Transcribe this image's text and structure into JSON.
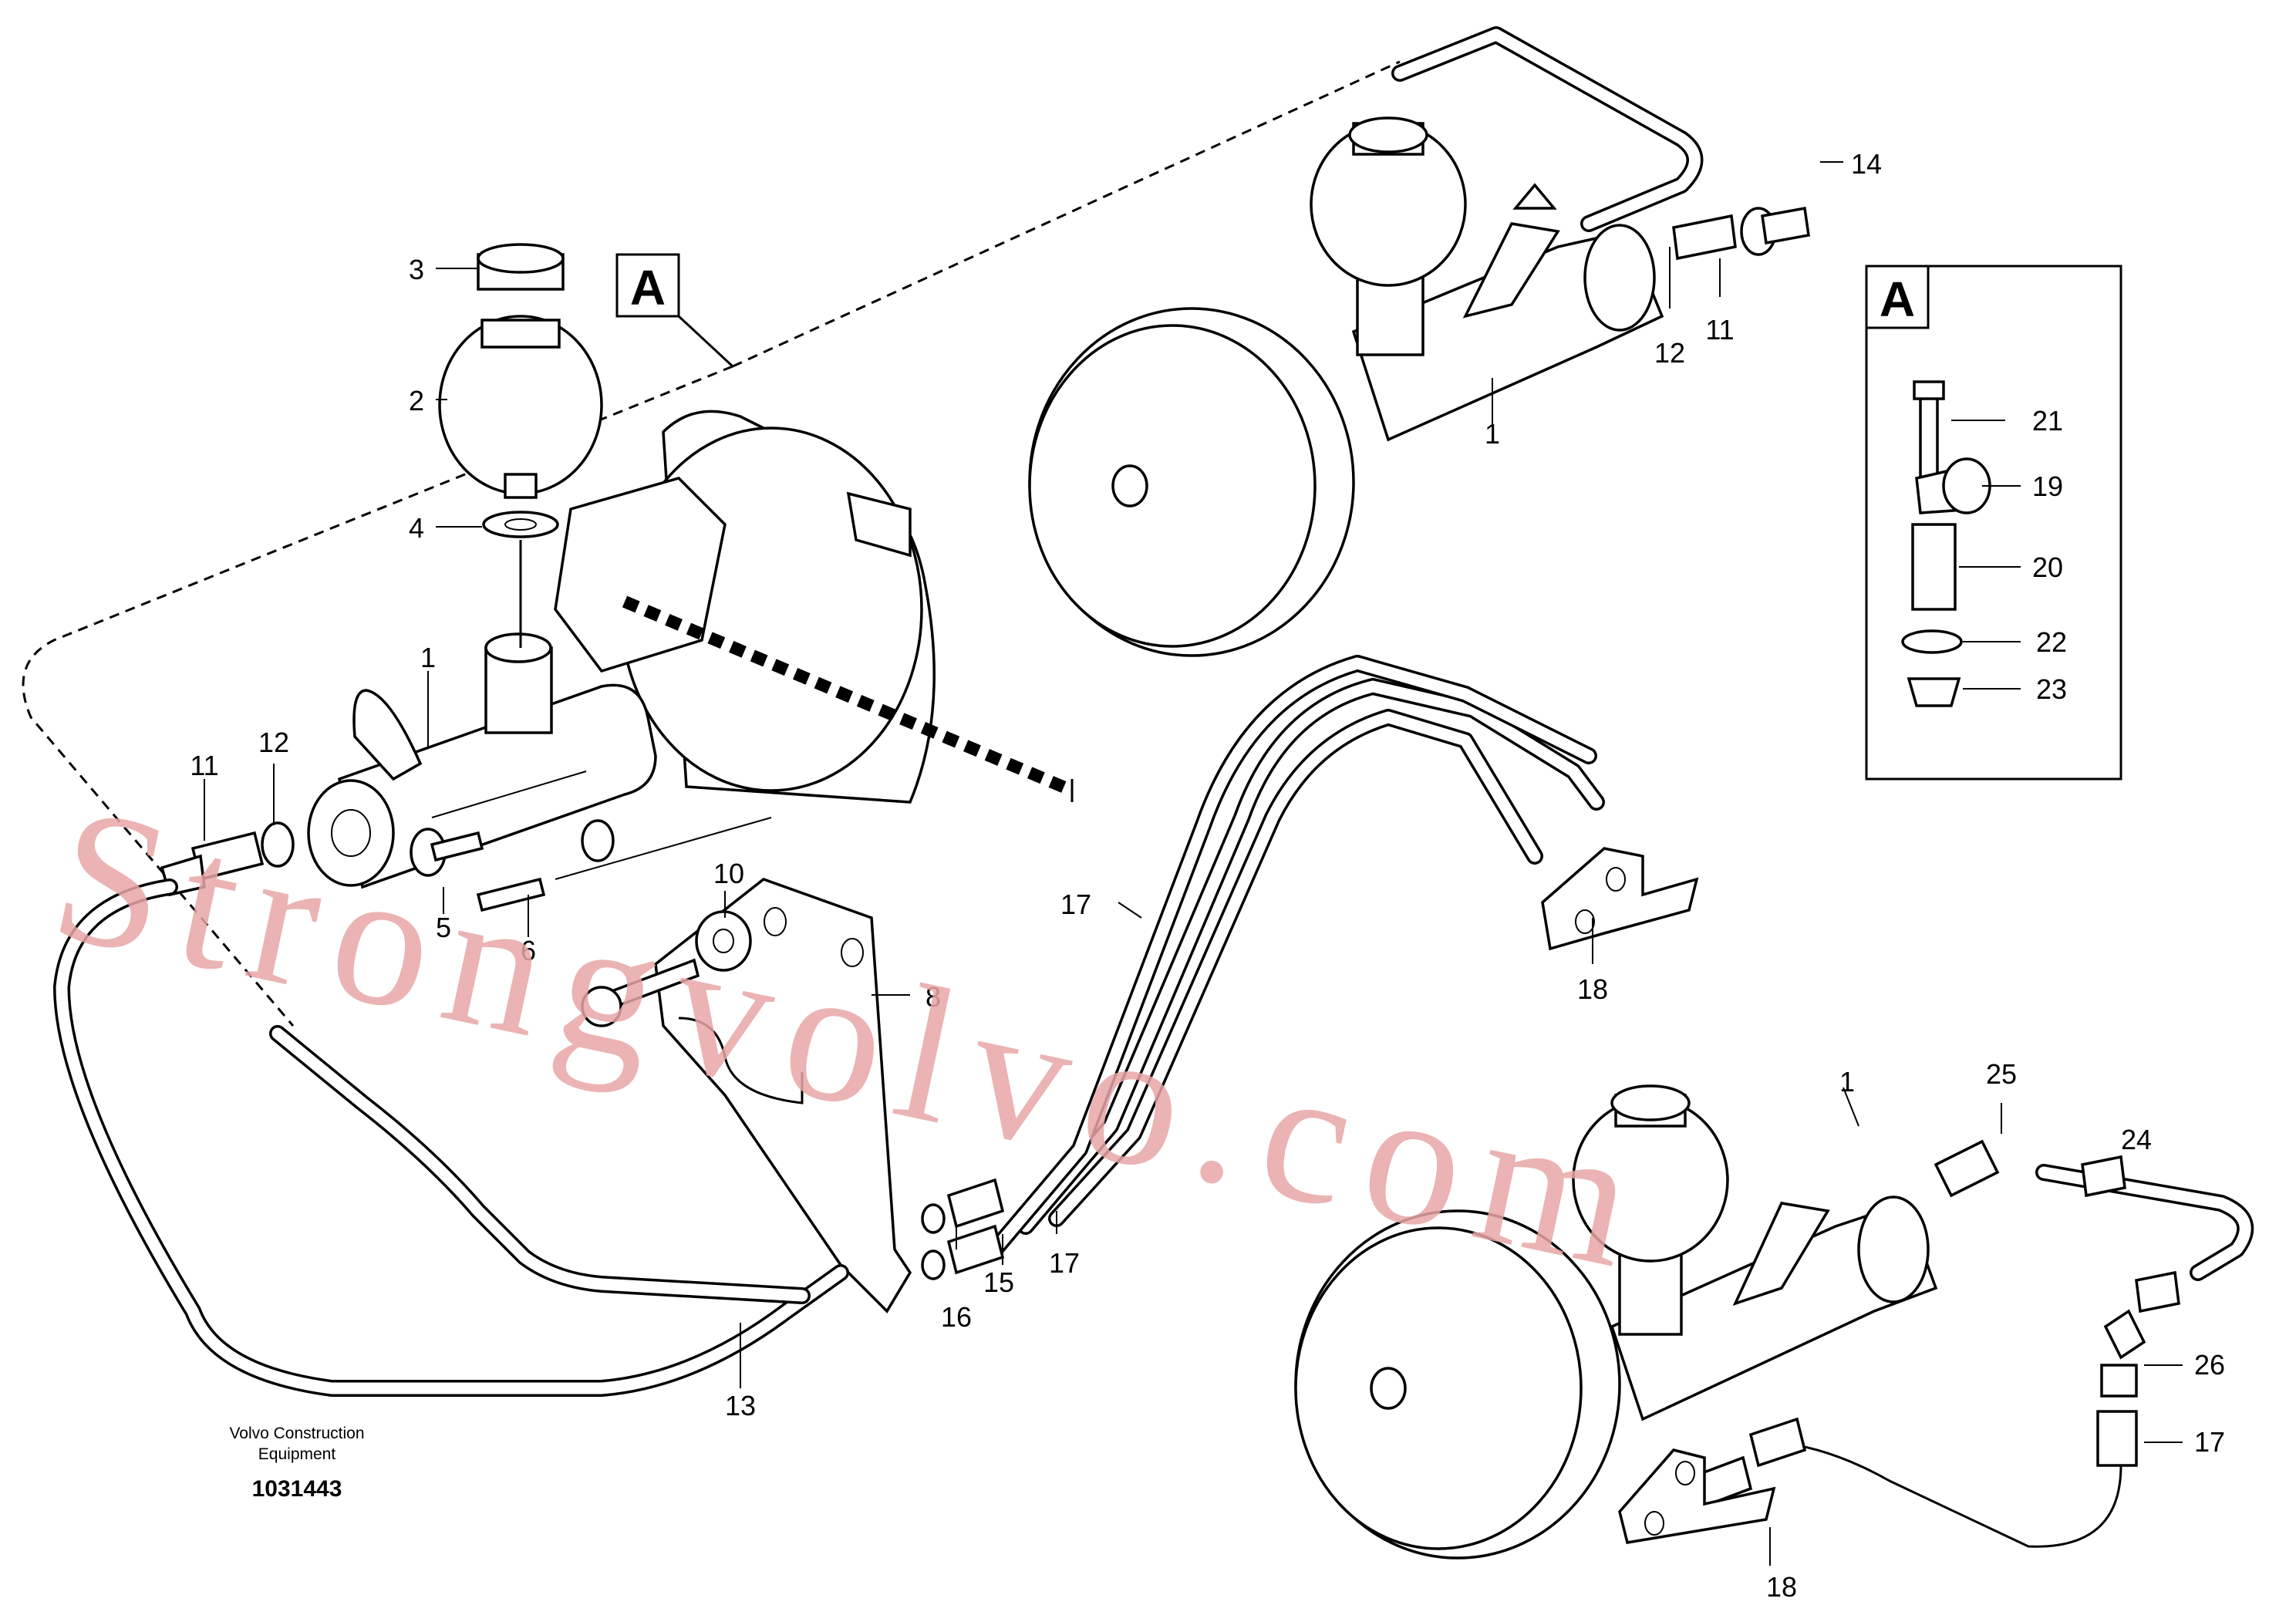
{
  "diagram": {
    "detail_marker": "A",
    "detail_box_title": "A",
    "caption_line1": "Volvo Construction",
    "caption_line2": "Equipment",
    "drawing_number": "1031443",
    "watermark": "Strongvolvo.com",
    "callouts": {
      "c1a": "1",
      "c1b": "1",
      "c1c": "1",
      "c2": "2",
      "c3": "3",
      "c4": "4",
      "c5": "5",
      "c6": "6",
      "c8": "8",
      "c10": "10",
      "c11a": "11",
      "c11b": "11",
      "c12a": "12",
      "c12b": "12",
      "c13": "13",
      "c14": "14",
      "c15": "15",
      "c16": "16",
      "c17a": "17",
      "c17b": "17",
      "c17c": "17",
      "c18a": "18",
      "c18b": "18",
      "c19": "19",
      "c20": "20",
      "c21": "21",
      "c22": "22",
      "c23": "23",
      "c24": "24",
      "c25": "25",
      "c26": "26"
    }
  }
}
